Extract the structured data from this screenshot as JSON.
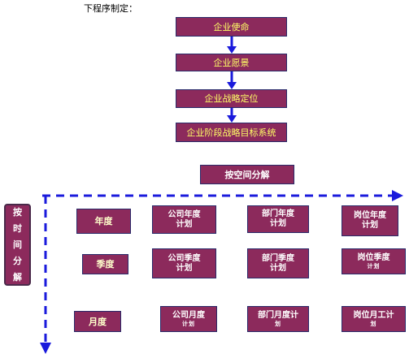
{
  "caption": "下程序制定：",
  "chain": {
    "mission": "企业使命",
    "vision": "企业愿景",
    "positioning": "企业战略定位",
    "stage_goals": "企业阶段战略目标系统"
  },
  "space_split": "按空间分解",
  "time_split_chars": [
    "按",
    "时",
    "间",
    "分",
    "解"
  ],
  "periods": {
    "year": "年度",
    "quarter": "季度",
    "month": "月度"
  },
  "plans": {
    "company_year": [
      "公司年度",
      "计划"
    ],
    "dept_year": [
      "部门年度",
      "计划"
    ],
    "post_year": [
      "岗位年度",
      "计划"
    ],
    "company_quarter": [
      "公司季度",
      "计划"
    ],
    "dept_quarter": [
      "部门季度",
      "计划"
    ],
    "post_quarter": [
      "岗位季度",
      "计划"
    ],
    "company_month": [
      "公司月度",
      "计划"
    ],
    "dept_month": [
      "部门月度计",
      "划"
    ],
    "post_month": [
      "岗位月工计",
      "划"
    ]
  },
  "colors": {
    "box_fill": "#8c2a5c",
    "arrow": "#1a1adc",
    "chain_text": "#ffff66"
  }
}
